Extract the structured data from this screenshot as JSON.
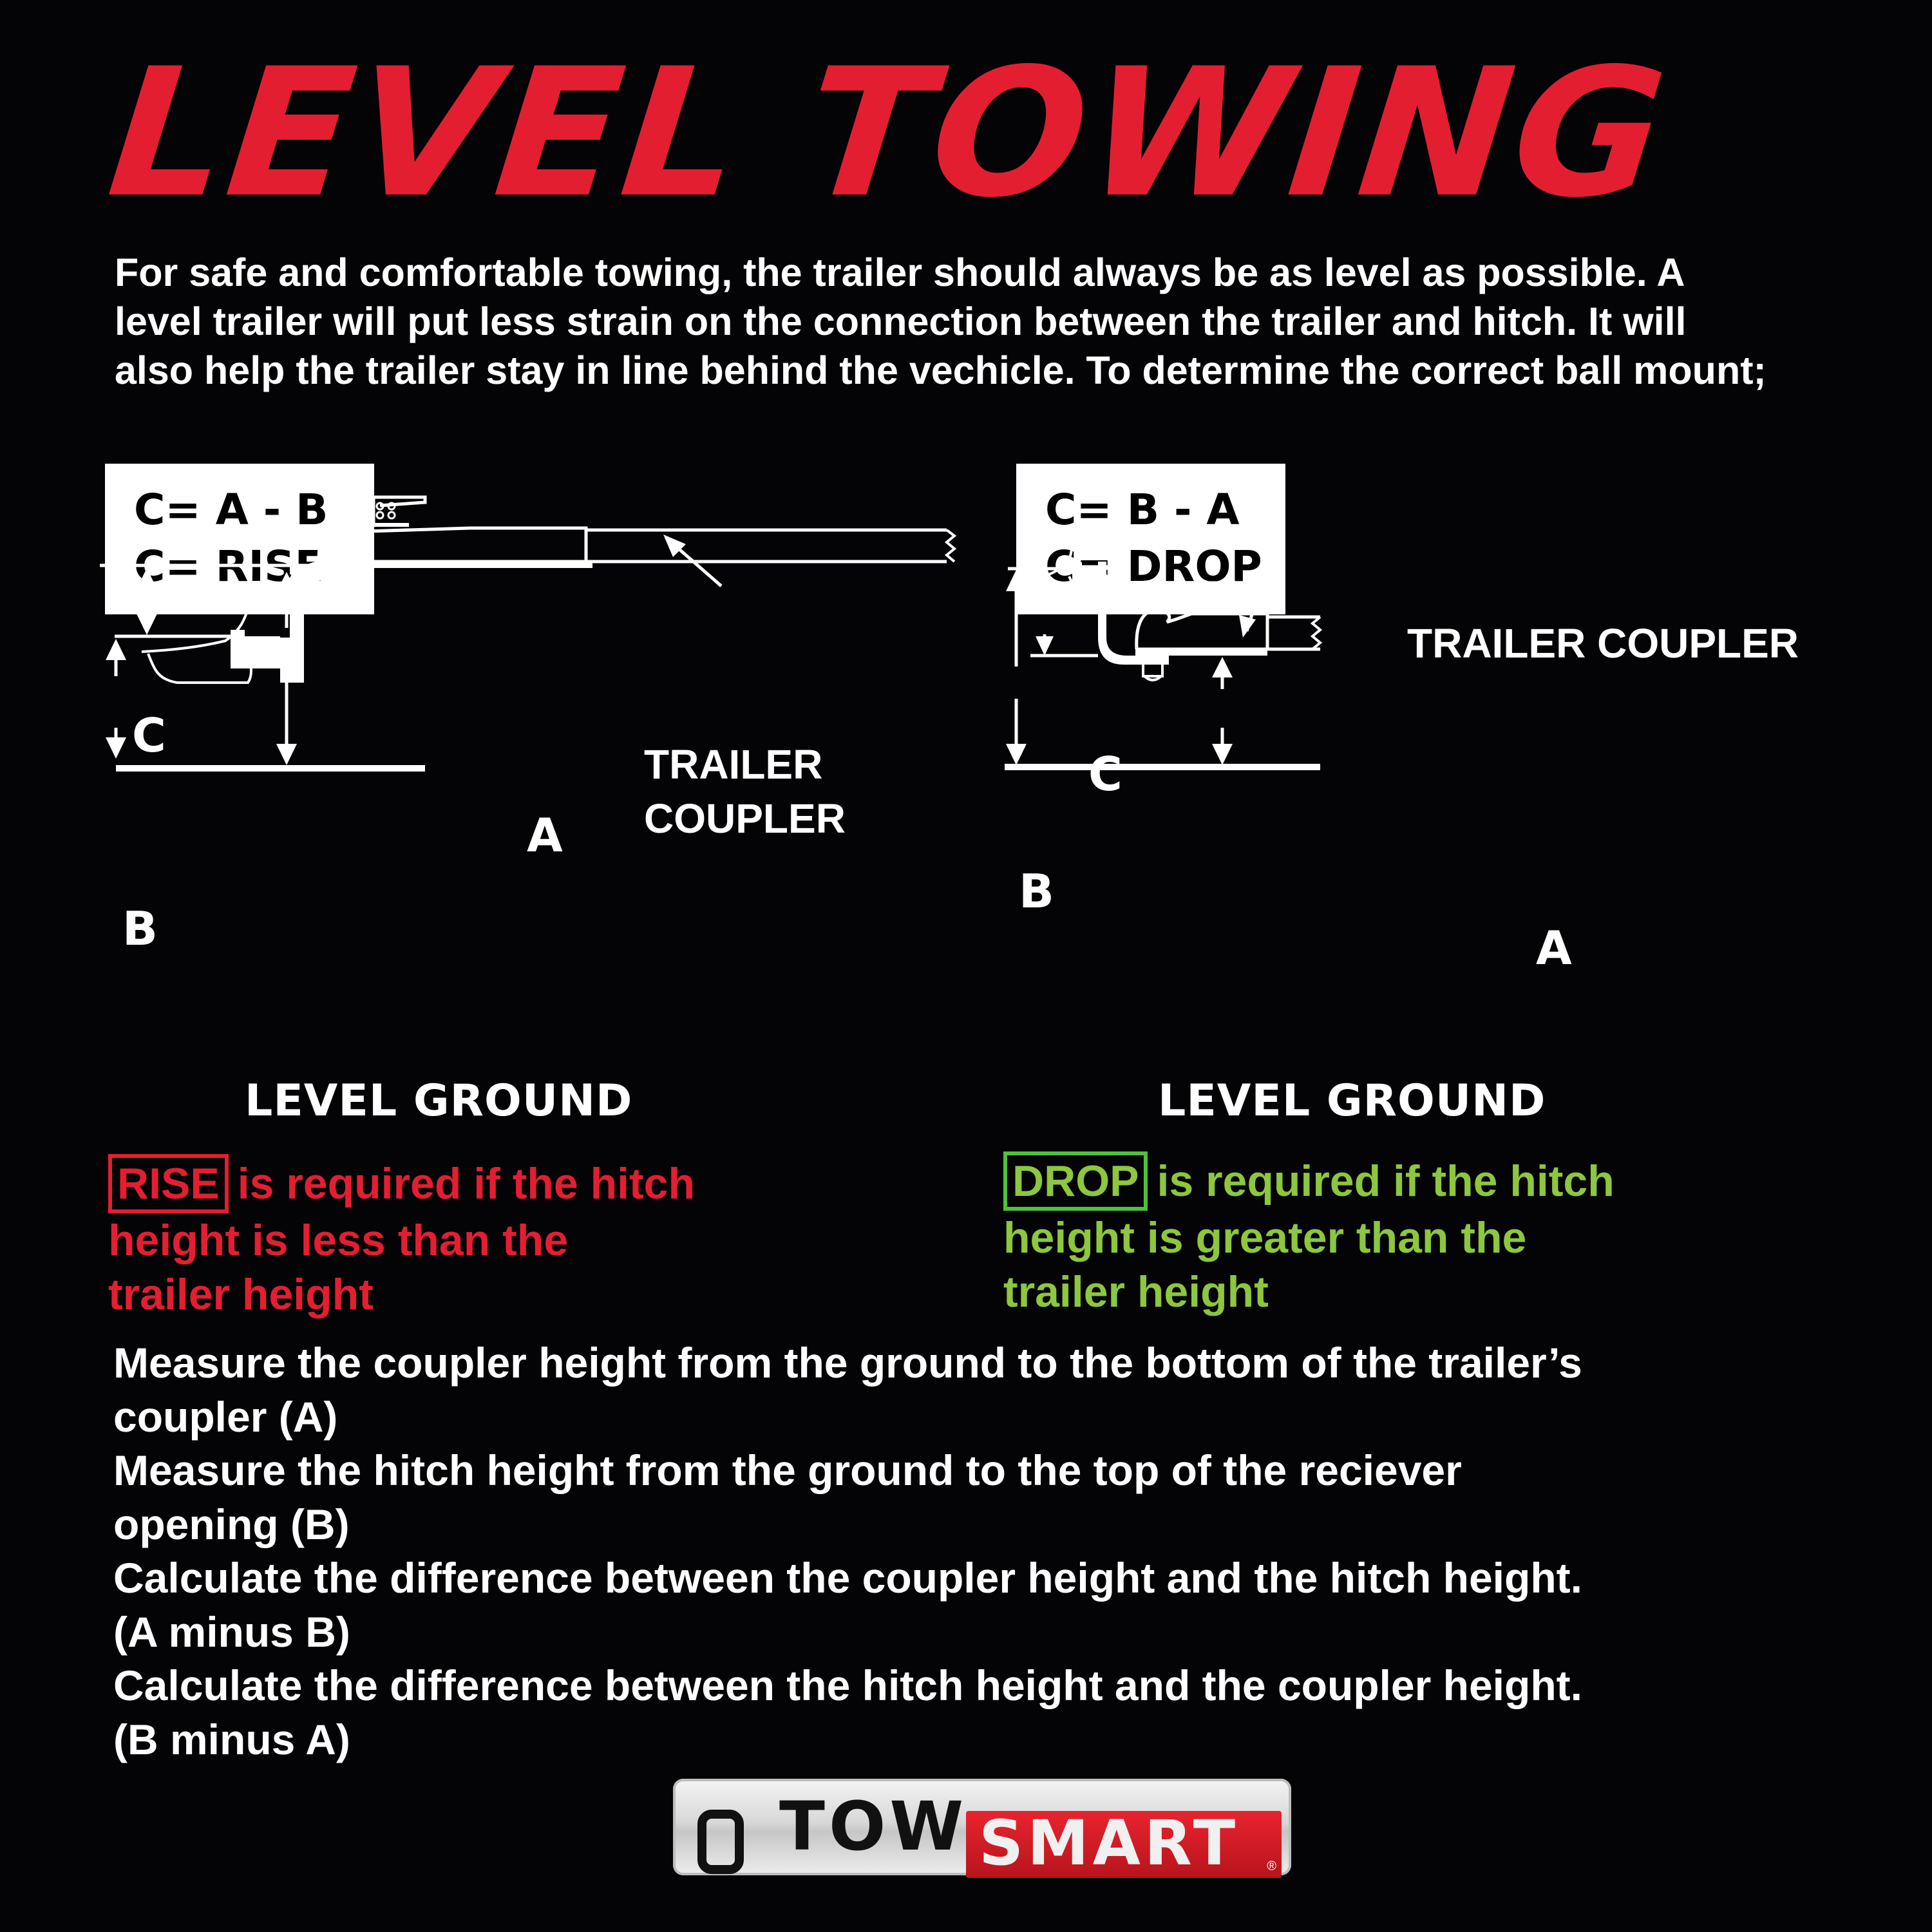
{
  "title": "LEVEL TOWING",
  "intro": {
    "lines": [
      "For safe and comfortable towing, the trailer should always be as level as possible. A",
      "level trailer will put less strain on the connection between the trailer and hitch. It will",
      "also help the trailer stay in line behind the vechicle. To determine the correct ball mount;"
    ]
  },
  "diagrams": {
    "rise": {
      "formula_line1": "C= A - B",
      "formula_line2": "C= RISE",
      "label_c": "C",
      "label_b": "B",
      "label_a": "A",
      "coupler_label_line1": "TRAILER",
      "coupler_label_line2": "COUPLER",
      "ground_label": "LEVEL GROUND"
    },
    "drop": {
      "formula_line1": "C= B - A",
      "formula_line2": "C= DROP",
      "label_c": "C",
      "label_b": "B",
      "label_a": "A",
      "coupler_label": "TRAILER COUPLER",
      "ground_label": "LEVEL GROUND"
    }
  },
  "notes": {
    "rise": {
      "tag": "RISE",
      "text_line1": "is required if the hitch",
      "text_line2": "height is less than the",
      "text_line3": "trailer height",
      "color": "#e41e31"
    },
    "drop": {
      "tag": "DROP",
      "text_line1": "is required if the hitch",
      "text_line2": "height is greater than the",
      "text_line3": "trailer height",
      "color": "#8dc63f"
    }
  },
  "steps": [
    "Measure the coupler height from the ground to the bottom of the trailer’s",
    "coupler (A)",
    "Measure the hitch height from the ground to the top of the reciever",
    "opening (B)",
    "Calculate the difference between the coupler height and the hitch height.",
    "(A minus B)",
    "Calculate the difference between the hitch height and the coupler height.",
    "(B minus A)"
  ],
  "logo": {
    "brand_part1": "TOW",
    "brand_part2": "SMART",
    "registered": "®",
    "icon": "towsmart-mark-icon"
  },
  "colors": {
    "background": "#040406",
    "title_red": "#e41e31",
    "rise_red": "#e41e31",
    "drop_green": "#8dc63f",
    "text_white": "#ffffff"
  }
}
